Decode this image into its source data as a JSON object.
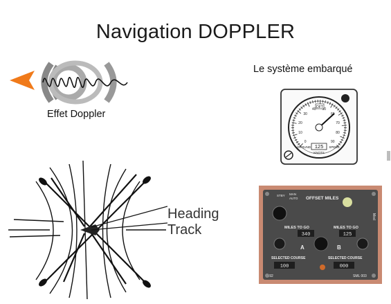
{
  "slide": {
    "title": "Navigation DOPPLER",
    "doppler_caption": "Effet Doppler",
    "system_caption": "Le système embarqué",
    "diagram_labels": {
      "heading": "Heading",
      "track": "Track"
    },
    "gauge": {
      "top_label": "DFT",
      "readout": "125",
      "unit": "KNOTS",
      "left_label": "GROUND",
      "right_label": "SPEED",
      "dial_numbers": [
        "0",
        "10",
        "20",
        "30",
        "40",
        "50",
        "60",
        "70",
        "80",
        "90"
      ]
    },
    "control_panel": {
      "top_labels": [
        "STBY",
        "MAN",
        "AUTO"
      ],
      "offset_label": "OFFSET MILES",
      "miles_to_go_left": "MILES TO GO",
      "miles_to_go_right": "MILES TO GO",
      "readout_left": "340",
      "readout_right": "125",
      "letter_a": "A",
      "letter_b": "B",
      "selected_course_left": "SELECTED COURSE",
      "selected_course_right": "SELECTED COURSE",
      "course_left": "100",
      "course_right": "000",
      "bottom_left": "1192",
      "bottom_right": "SML 003",
      "side_label": "Mod"
    }
  },
  "colors": {
    "arrow": "#f07a1a",
    "panel": "#4a4a4a",
    "panel_frame": "#c98a72",
    "lamp": "#d9dfa0"
  }
}
